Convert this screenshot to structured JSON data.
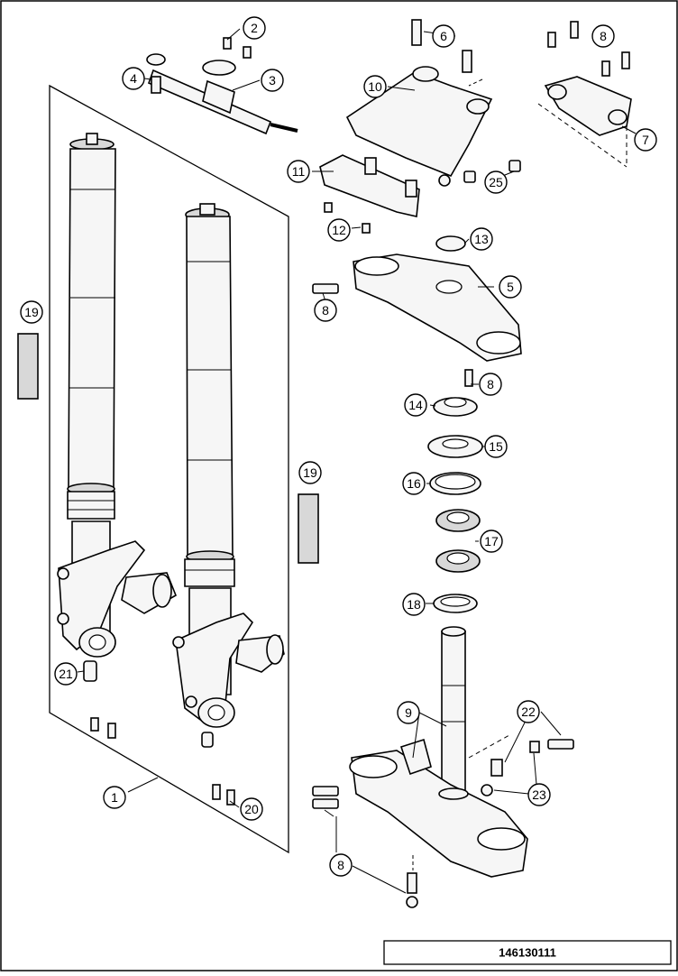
{
  "diagram": {
    "callout_labels": {
      "c1": "1",
      "c2": "2",
      "c3": "3",
      "c4": "4",
      "c5": "5",
      "c6": "6",
      "c7": "7",
      "c8a": "8",
      "c8b": "8",
      "c8c": "8",
      "c8d": "8",
      "c9": "9",
      "c10": "10",
      "c11": "11",
      "c12": "12",
      "c13": "13",
      "c14": "14",
      "c15": "15",
      "c16": "16",
      "c17": "17",
      "c18": "18",
      "c19a": "19",
      "c19b": "19",
      "c20": "20",
      "c21": "21",
      "c22": "22",
      "c23": "23",
      "c25": "25"
    },
    "document_number": "146130111"
  }
}
